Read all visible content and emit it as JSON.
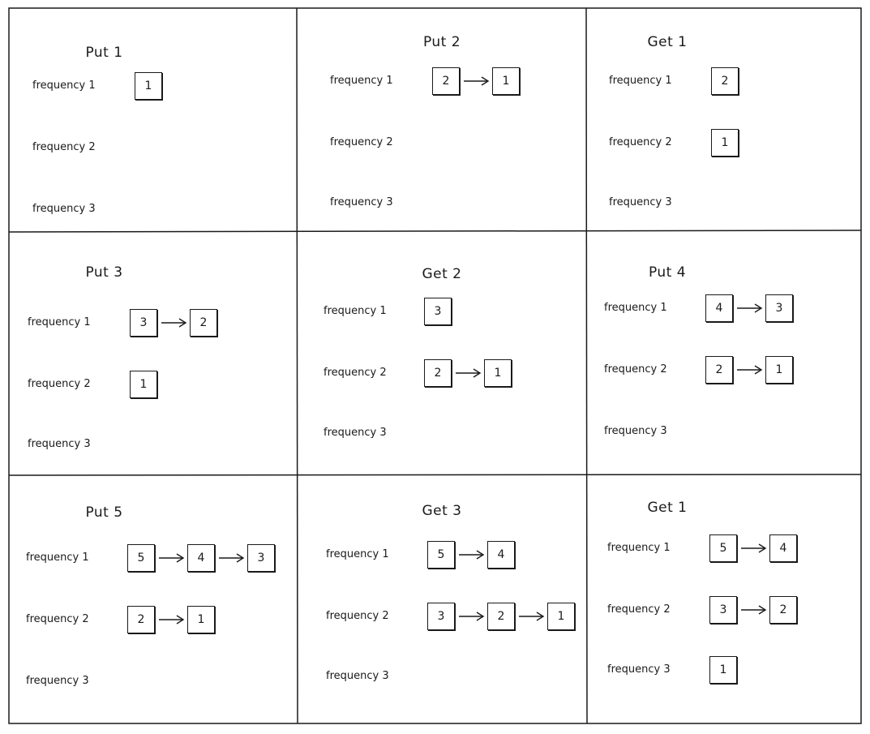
{
  "labels": [
    "frequency 1",
    "frequency 2",
    "frequency 3"
  ],
  "panels": [
    {
      "title": "Put 1",
      "rows": [
        [
          "1"
        ],
        [],
        []
      ]
    },
    {
      "title": "Put 2",
      "rows": [
        [
          "2",
          "1"
        ],
        [],
        []
      ]
    },
    {
      "title": "Get 1",
      "rows": [
        [
          "2"
        ],
        [
          "1"
        ],
        []
      ]
    },
    {
      "title": "Put 3",
      "rows": [
        [
          "3",
          "2"
        ],
        [
          "1"
        ],
        []
      ]
    },
    {
      "title": "Get 2",
      "rows": [
        [
          "3"
        ],
        [
          "2",
          "1"
        ],
        []
      ]
    },
    {
      "title": "Put 4",
      "rows": [
        [
          "4",
          "3"
        ],
        [
          "2",
          "1"
        ],
        []
      ]
    },
    {
      "title": "Put 5",
      "rows": [
        [
          "5",
          "4",
          "3"
        ],
        [
          "2",
          "1"
        ],
        []
      ]
    },
    {
      "title": "Get 3",
      "rows": [
        [
          "5",
          "4"
        ],
        [
          "3",
          "2",
          "1"
        ],
        []
      ]
    },
    {
      "title": "Get 1",
      "rows": [
        [
          "5",
          "4"
        ],
        [
          "3",
          "2"
        ],
        [
          "1"
        ]
      ]
    }
  ]
}
